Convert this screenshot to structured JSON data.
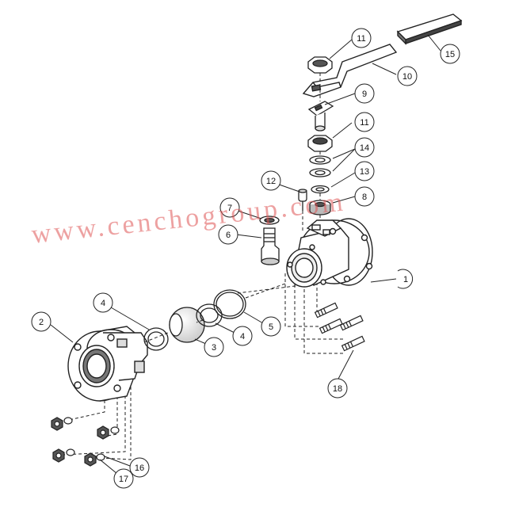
{
  "watermark": {
    "text": "www.cenchogroup.com",
    "color": "#e05555"
  },
  "diagram": {
    "stroke_color": "#222222",
    "part_fill": "#ffffff",
    "shade_fill": "#9a9a9a",
    "callouts": [
      "1",
      "2",
      "3",
      "4",
      "4",
      "5",
      "6",
      "7",
      "8",
      "9",
      "10",
      "11",
      "11",
      "12",
      "13",
      "14",
      "15",
      "16",
      "17",
      "18"
    ]
  }
}
